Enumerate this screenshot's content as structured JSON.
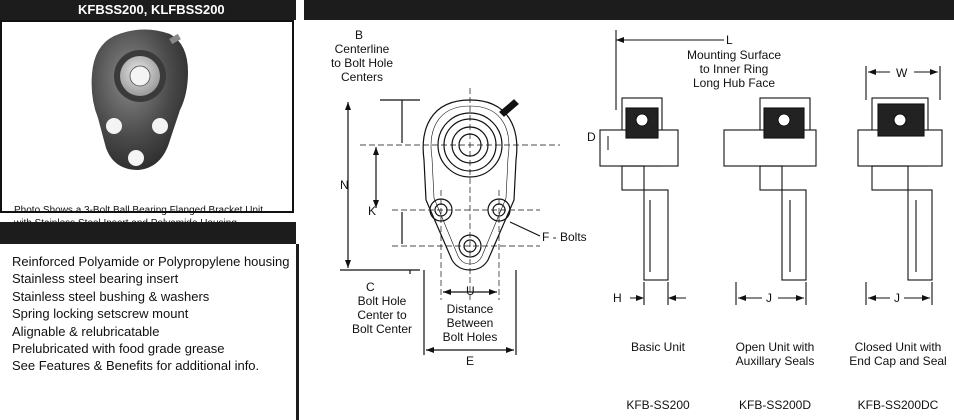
{
  "header": {
    "title": "KFBSS200, KLFBSS200"
  },
  "photo": {
    "caption_line1": "Photo Shows a 3-Bolt Ball Bearing Flanged Bracket Unit",
    "caption_line2": "with Stainless Steel Insert and Polyamide Housing"
  },
  "features": [
    "Reinforced Polyamide or Polypropylene housing",
    "Stainless steel bearing insert",
    "Stainless steel bushing & washers",
    "Spring locking setscrew mount",
    "Alignable & relubricatable",
    "Prelubricated with food grade grease",
    "See Features & Benefits for additional info."
  ],
  "front_view": {
    "b_letter": "B",
    "b_line1": "Centerline",
    "b_line2": "to Bolt Hole",
    "b_line3": "Centers",
    "n_letter": "N",
    "k_letter": "K",
    "f_label": "F - Bolts",
    "c_letter": "C",
    "c_line1": "Bolt Hole",
    "c_line2": "Center to",
    "c_line3": "Bolt Center",
    "u_letter": "U",
    "u_line1": "Distance",
    "u_line2": "Between",
    "u_line3": "Bolt Holes",
    "e_letter": "E"
  },
  "side_views": {
    "l_letter": "L",
    "l_line1": "Mounting Surface",
    "l_line2": "to Inner Ring",
    "l_line3": "Long Hub Face",
    "d_letter": "D",
    "w_letter": "W",
    "h_letter": "H",
    "j_letter_1": "J",
    "j_letter_2": "J",
    "units": [
      {
        "name": "Basic Unit",
        "name2": "",
        "code": "KFB-SS200"
      },
      {
        "name": "Open Unit with",
        "name2": "Auxillary Seals",
        "code": "KFB-SS200D"
      },
      {
        "name": "Closed Unit with",
        "name2": "End Cap and Seal",
        "code": "KFB-SS200DC"
      }
    ]
  }
}
